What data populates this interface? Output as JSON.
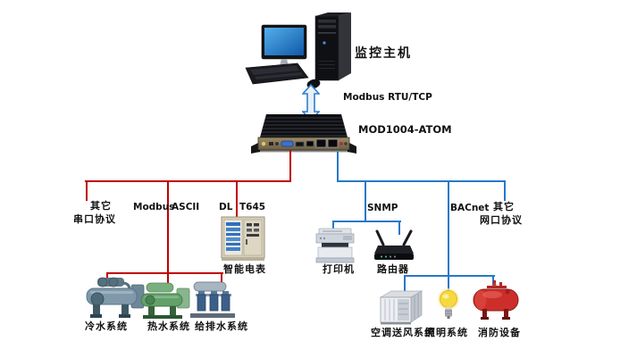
{
  "colors": {
    "serial_bus": "#c00000",
    "network_bus": "#2878c8",
    "text": "#111111"
  },
  "top": {
    "host_label": "监控主机",
    "host_link_label": "Modbus RTU/TCP",
    "gateway_label": "MOD1004-ATOM"
  },
  "serial_branch": {
    "other_protocol_line1": "其它",
    "other_protocol_line2": "串口协议",
    "modbus_left": "Modbus",
    "modbus_right": "ASCII",
    "dlt_left": "DL",
    "dlt_right": "T645",
    "meter_label": "智能电表",
    "chilled_water_label": "冷水系统",
    "hot_water_label": "热水系统",
    "drainage_label": "给排水系统"
  },
  "network_branch": {
    "snmp_label": "SNMP",
    "printer_label": "打印机",
    "router_label": "路由器",
    "bacnet_label": "BACnet",
    "other_protocol_line1": "其它",
    "other_protocol_line2": "网口协议",
    "hvac_label": "空调送风系统",
    "lighting_label": "照明系统",
    "fire_label": "消防设备"
  }
}
